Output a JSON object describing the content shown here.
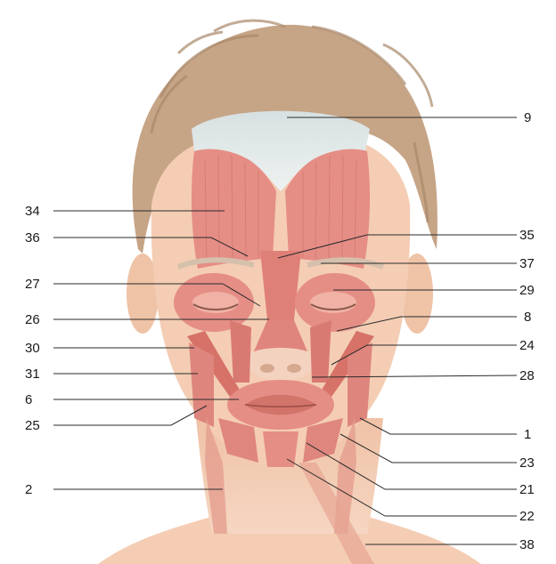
{
  "figure": {
    "colors": {
      "skin": "#f4cdb4",
      "skin_shade": "#e9b79a",
      "hair": "#c6a486",
      "hair_dark": "#a9876a",
      "muscle": "#e58e86",
      "muscle_dark": "#c96b64",
      "aponeurosis": "#dfe6e6",
      "line": "#2a2a2a"
    },
    "labels": [
      {
        "id": "9",
        "text": "9"
      },
      {
        "id": "34",
        "text": "34"
      },
      {
        "id": "36",
        "text": "36"
      },
      {
        "id": "35",
        "text": "35"
      },
      {
        "id": "37",
        "text": "37"
      },
      {
        "id": "27",
        "text": "27"
      },
      {
        "id": "29",
        "text": "29"
      },
      {
        "id": "26",
        "text": "26"
      },
      {
        "id": "8",
        "text": "8"
      },
      {
        "id": "30",
        "text": "30"
      },
      {
        "id": "24",
        "text": "24"
      },
      {
        "id": "31",
        "text": "31"
      },
      {
        "id": "28",
        "text": "28"
      },
      {
        "id": "6",
        "text": "6"
      },
      {
        "id": "25",
        "text": "25"
      },
      {
        "id": "1",
        "text": "1"
      },
      {
        "id": "23",
        "text": "23"
      },
      {
        "id": "2",
        "text": "2"
      },
      {
        "id": "21",
        "text": "21"
      },
      {
        "id": "22",
        "text": "22"
      },
      {
        "id": "38",
        "text": "38"
      }
    ]
  }
}
